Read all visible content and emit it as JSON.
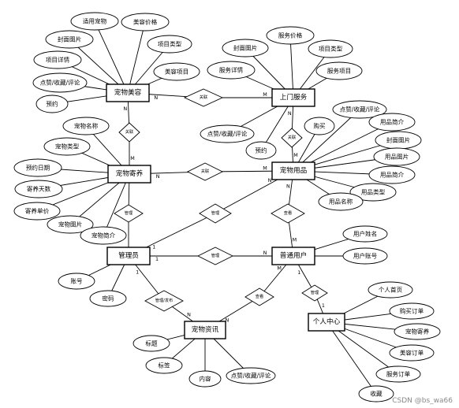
{
  "diagram": {
    "entities": [
      {
        "id": "e_beauty",
        "label": "宠物美容"
      },
      {
        "id": "e_home",
        "label": "上门服务"
      },
      {
        "id": "e_foster",
        "label": "宠物寄养"
      },
      {
        "id": "e_goods",
        "label": "宠物用品"
      },
      {
        "id": "e_admin",
        "label": "管理员"
      },
      {
        "id": "e_user",
        "label": "普通用户"
      },
      {
        "id": "e_news",
        "label": "宠物资讯"
      },
      {
        "id": "e_center",
        "label": "个人中心"
      }
    ],
    "attributes": [
      {
        "id": "a1",
        "label": "适用宠物",
        "entity": "e_beauty"
      },
      {
        "id": "a2",
        "label": "美容价格",
        "entity": "e_beauty"
      },
      {
        "id": "a3",
        "label": "封面图片",
        "entity": "e_beauty"
      },
      {
        "id": "a4",
        "label": "项目类型",
        "entity": "e_beauty"
      },
      {
        "id": "a5",
        "label": "项目详情",
        "entity": "e_beauty"
      },
      {
        "id": "a6",
        "label": "美容项目",
        "entity": "e_beauty"
      },
      {
        "id": "a7",
        "label": "点赞/收藏/评论",
        "entity": "e_beauty"
      },
      {
        "id": "a8",
        "label": "预约",
        "entity": "e_beauty"
      },
      {
        "id": "b1",
        "label": "服务价格",
        "entity": "e_home"
      },
      {
        "id": "b2",
        "label": "封面图片",
        "entity": "e_home"
      },
      {
        "id": "b3",
        "label": "项目类型",
        "entity": "e_home"
      },
      {
        "id": "b4",
        "label": "服务详情",
        "entity": "e_home"
      },
      {
        "id": "b5",
        "label": "服务项目",
        "entity": "e_home"
      },
      {
        "id": "b6",
        "label": "点赞/收藏/评论",
        "entity": "e_home"
      },
      {
        "id": "b7",
        "label": "预约",
        "entity": "e_home"
      },
      {
        "id": "c1",
        "label": "宠物名称",
        "entity": "e_foster"
      },
      {
        "id": "c2",
        "label": "宠物类型",
        "entity": "e_foster"
      },
      {
        "id": "c3",
        "label": "预约日期",
        "entity": "e_foster"
      },
      {
        "id": "c4",
        "label": "寄养天数",
        "entity": "e_foster"
      },
      {
        "id": "c5",
        "label": "寄养单价",
        "entity": "e_foster"
      },
      {
        "id": "c6",
        "label": "宠物图片",
        "entity": "e_foster"
      },
      {
        "id": "c7",
        "label": "宠物简介",
        "entity": "e_foster"
      },
      {
        "id": "d1",
        "label": "点赞/收藏/评论",
        "entity": "e_goods"
      },
      {
        "id": "d2",
        "label": "购买",
        "entity": "e_goods"
      },
      {
        "id": "d3",
        "label": "用品简介",
        "entity": "e_goods"
      },
      {
        "id": "d4",
        "label": "封面图片",
        "entity": "e_goods"
      },
      {
        "id": "d5",
        "label": "用品图片",
        "entity": "e_goods"
      },
      {
        "id": "d6",
        "label": "用品简介",
        "entity": "e_goods"
      },
      {
        "id": "d7",
        "label": "用品类型",
        "entity": "e_goods"
      },
      {
        "id": "d8",
        "label": "用品名称",
        "entity": "e_goods"
      },
      {
        "id": "f1",
        "label": "账号",
        "entity": "e_admin"
      },
      {
        "id": "f2",
        "label": "密码",
        "entity": "e_admin"
      },
      {
        "id": "g1",
        "label": "用户姓名",
        "entity": "e_user"
      },
      {
        "id": "g2",
        "label": "用户账号",
        "entity": "e_user"
      },
      {
        "id": "h1",
        "label": "标题",
        "entity": "e_news"
      },
      {
        "id": "h2",
        "label": "标签",
        "entity": "e_news"
      },
      {
        "id": "h3",
        "label": "内容",
        "entity": "e_news"
      },
      {
        "id": "h4",
        "label": "点赞/收藏/评论",
        "entity": "e_news"
      },
      {
        "id": "i1",
        "label": "个人首页",
        "entity": "e_center"
      },
      {
        "id": "i2",
        "label": "购买订单",
        "entity": "e_center"
      },
      {
        "id": "i3",
        "label": "宠物寄养",
        "entity": "e_center"
      },
      {
        "id": "i4",
        "label": "美容订单",
        "entity": "e_center"
      },
      {
        "id": "i5",
        "label": "服务订单",
        "entity": "e_center"
      },
      {
        "id": "i6",
        "label": "收藏",
        "entity": "e_center"
      }
    ],
    "relationships": [
      {
        "id": "r1",
        "label": "关联",
        "from": "e_beauty",
        "to": "e_home",
        "card_from": "N",
        "card_to": "M"
      },
      {
        "id": "r2",
        "label": "关联",
        "from": "e_beauty",
        "to": "e_foster",
        "card_from": "N",
        "card_to": "M"
      },
      {
        "id": "r3",
        "label": "关联",
        "from": "e_home",
        "to": "e_goods",
        "card_from": "N",
        "card_to": "M"
      },
      {
        "id": "r4",
        "label": "关联",
        "from": "e_foster",
        "to": "e_goods",
        "card_from": "N",
        "card_to": "M"
      },
      {
        "id": "r5",
        "label": "管理",
        "from": "e_foster",
        "to": "e_admin",
        "card_from": "",
        "card_to": ""
      },
      {
        "id": "r6",
        "label": "管理",
        "from": "e_admin",
        "to": "e_goods",
        "card_from": "1",
        "card_to": "N"
      },
      {
        "id": "r7",
        "label": "查看",
        "from": "e_goods",
        "to": "e_user",
        "card_from": "N",
        "card_to": "M"
      },
      {
        "id": "r8",
        "label": "管理",
        "from": "e_admin",
        "to": "e_user",
        "card_from": "1",
        "card_to": "N"
      },
      {
        "id": "r9",
        "label": "管理/发布",
        "from": "e_admin",
        "to": "e_news",
        "card_from": "1",
        "card_to": "N"
      },
      {
        "id": "r10",
        "label": "查看",
        "from": "e_user",
        "to": "e_news",
        "card_from": "M",
        "card_to": "N"
      },
      {
        "id": "r11",
        "label": "管理",
        "from": "e_user",
        "to": "e_center",
        "card_from": "1",
        "card_to": "1"
      }
    ]
  },
  "watermark": "CSDN @bs_wa66"
}
